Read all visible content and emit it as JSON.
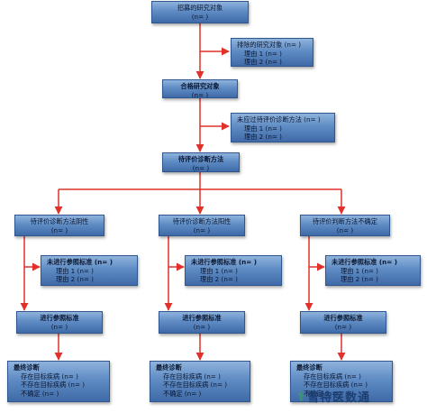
{
  "recruit": {
    "title": "招募的研究对象",
    "n": "(n= )"
  },
  "excluded": {
    "title": "排除的研究对象 (n= )",
    "reason1": "理由 1 (n= )",
    "reason2": "理由 2 (n= )"
  },
  "eligible": {
    "title": "合格研究对象",
    "n": "(n= )"
  },
  "not_index_test": {
    "title": "未应过待评价诊断方法 (n= )",
    "reason1": "理由 1 (n= )",
    "reason2": "理由 2 (n= )"
  },
  "index_test": {
    "title": "待评价诊断方法",
    "n": "(n= )"
  },
  "branches": [
    {
      "result": {
        "title": "待评价诊断方法阴性",
        "n": "(n= )"
      },
      "no_ref": {
        "title": "未进行参照标准 (n= )",
        "reason1": "理由 1 (n= )",
        "reason2": "理由 2 (n= )"
      },
      "ref": {
        "title": "进行参照标准",
        "n": "(n= )"
      },
      "final": {
        "title": "最终诊断",
        "present": "存在目标疾病 (n= )",
        "absent": "不存在目标疾病 (n= )",
        "uncertain": "不确定 (n= )"
      }
    },
    {
      "result": {
        "title": "待评价诊断方法阳性",
        "n": "(n= )"
      },
      "no_ref": {
        "title": "未进行参照标准 (n= )",
        "reason1": "理由 1 (n= )",
        "reason2": "理由 2 (n= )"
      },
      "ref": {
        "title": "进行参照标准",
        "n": "(n= )"
      },
      "final": {
        "title": "最终诊断",
        "present": "存在目标疾病 (n= )",
        "absent": "不存在目标疾病 (n= )",
        "uncertain": "不确定 (n= )"
      }
    },
    {
      "result": {
        "title": "待评价判断方法不确定",
        "n": "(n= )"
      },
      "no_ref": {
        "title": "未进行参照标准 (n= )",
        "reason1": "理由 1 (n= )",
        "reason2": "理由 2 (n= )"
      },
      "ref": {
        "title": "进行参照标准",
        "n": "(n= )"
      },
      "final": {
        "title": "最终诊断",
        "present": "存在目标疾病 (n= )",
        "absent": "不存在目标疾病 (n= )",
        "uncertain": "不确定 (n= )"
      }
    }
  ],
  "watermark": {
    "text": "雪特医数通"
  },
  "colors": {
    "arrow": "#e0312a",
    "box_top": "#8fb3dc",
    "box_bottom": "#3f6aa8",
    "text": "#0b1730"
  }
}
